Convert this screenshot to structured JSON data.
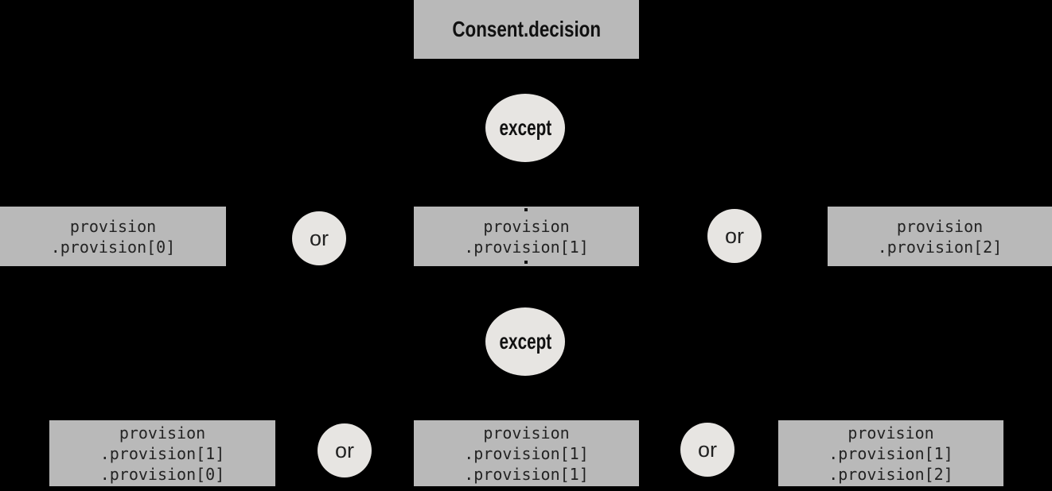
{
  "diagram": {
    "root_label": "Consent.decision",
    "levels": [
      {
        "operator_label": "except",
        "joiner_labels": [
          "or",
          "or"
        ],
        "nodes": [
          {
            "lines": [
              "provision",
              ".provision[0]"
            ]
          },
          {
            "lines": [
              "provision",
              ".provision[1]"
            ]
          },
          {
            "lines": [
              "provision",
              ".provision[2]"
            ]
          }
        ]
      },
      {
        "operator_label": "except",
        "joiner_labels": [
          "or",
          "or"
        ],
        "nodes": [
          {
            "lines": [
              "provision",
              ".provision[1]",
              ".provision[0]"
            ]
          },
          {
            "lines": [
              "provision",
              ".provision[1]",
              ".provision[1]"
            ]
          },
          {
            "lines": [
              "provision",
              ".provision[1]",
              ".provision[2]"
            ]
          }
        ]
      }
    ]
  },
  "colors": {
    "background": "#000000",
    "node_fill": "#b9b9b9",
    "operator_fill": "#e7e5e2",
    "text": "#111111"
  }
}
